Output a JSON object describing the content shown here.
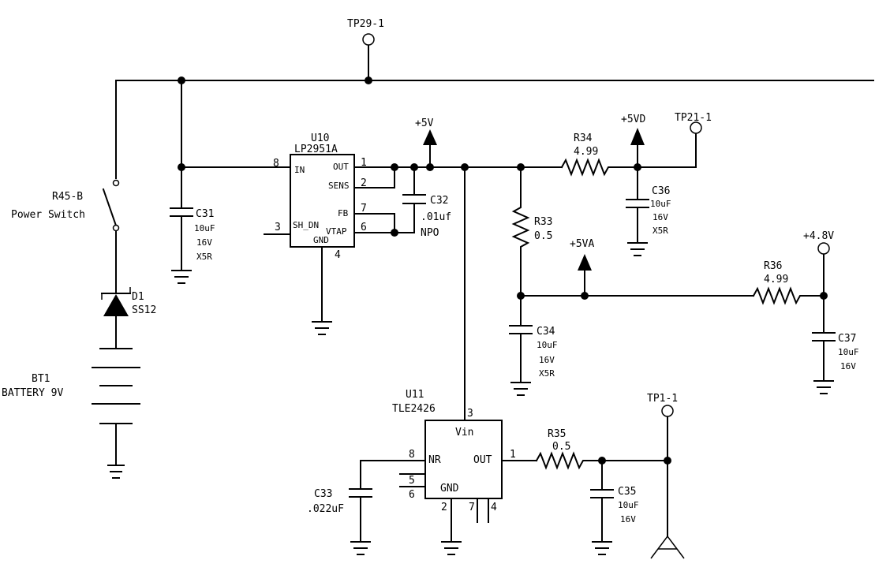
{
  "testpoints": {
    "tp29": "TP29-1",
    "tp21": "TP21-1",
    "tp1": "TP1-1"
  },
  "rails": {
    "v5": "+5V",
    "v5d": "+5VD",
    "v5a": "+5VA",
    "v48": "+4.8V"
  },
  "switch": {
    "ref": "R45-B",
    "name": "Power Switch"
  },
  "diode": {
    "ref": "D1",
    "value": "SS12"
  },
  "battery": {
    "ref": "BT1",
    "value": "BATTERY 9V"
  },
  "c31": {
    "ref": "C31",
    "l1": "10uF",
    "l2": "16V",
    "l3": "X5R"
  },
  "u10": {
    "ref": "U10",
    "part": "LP2951A",
    "pins": {
      "in": "IN",
      "out": "OUT",
      "sens": "SENS",
      "fb": "FB",
      "shdn": "SH_DN",
      "vtap": "VTAP",
      "gnd": "GND"
    },
    "nums": {
      "p8": "8",
      "p1": "1",
      "p2": "2",
      "p7": "7",
      "p3": "3",
      "p6": "6",
      "p4": "4"
    }
  },
  "c32": {
    "ref": "C32",
    "l1": ".01uf",
    "l2": "NPO"
  },
  "r34": {
    "ref": "R34",
    "value": "4.99"
  },
  "c36": {
    "ref": "C36",
    "l1": "10uF",
    "l2": "16V",
    "l3": "X5R"
  },
  "r33": {
    "ref": "R33",
    "value": "0.5"
  },
  "c34": {
    "ref": "C34",
    "l1": "10uF",
    "l2": "16V",
    "l3": "X5R"
  },
  "r36": {
    "ref": "R36",
    "value": "4.99"
  },
  "c37": {
    "ref": "C37",
    "l1": "10uF",
    "l2": "16V"
  },
  "u11": {
    "ref": "U11",
    "part": "TLE2426",
    "pins": {
      "vin": "Vin",
      "nr": "NR",
      "out": "OUT",
      "gnd": "GND"
    },
    "nums": {
      "p3": "3",
      "p8": "8",
      "p1": "1",
      "p5": "5",
      "p6": "6",
      "p2": "2",
      "p7": "7",
      "p4": "4"
    }
  },
  "c33": {
    "ref": "C33",
    "value": ".022uF"
  },
  "r35": {
    "ref": "R35",
    "value": "0.5"
  },
  "c35": {
    "ref": "C35",
    "l1": "10uF",
    "l2": "16V"
  }
}
